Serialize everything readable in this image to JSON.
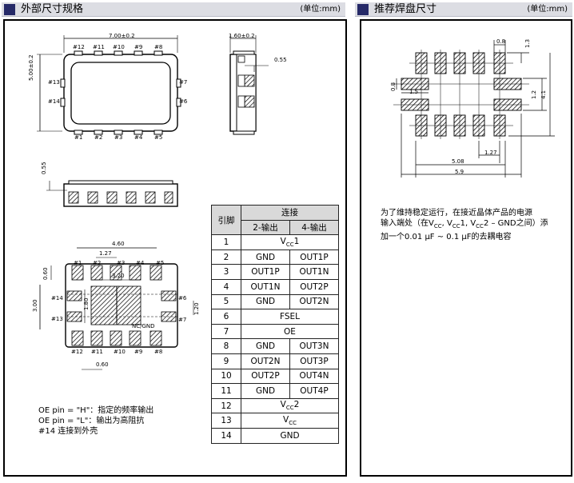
{
  "left_header": {
    "title": "外部尺寸规格",
    "unit": "(单位:mm)"
  },
  "right_header": {
    "title": "推荐焊盘尺寸",
    "unit": "(单位:mm)"
  },
  "dims": {
    "width": "7.00±0.2",
    "height": "5.00±0.2",
    "thickness": "1.60±0.2",
    "gap": "0.55",
    "pad_h": "0.55",
    "pitch_total": "4.60",
    "pitch": "1.27",
    "inner": "3.20",
    "side_h": "3.00",
    "center_h": "1.80",
    "right_gap": "1.20",
    "top_pad": "0.60",
    "bottom_pad": "0.60",
    "nc_gnd": "NC/GND"
  },
  "pins_top": [
    "#12",
    "#11",
    "#10",
    "#9",
    "#8"
  ],
  "pins_bottom": [
    "#1",
    "#2",
    "#3",
    "#4",
    "#5"
  ],
  "pins_left": [
    "#13",
    "#14"
  ],
  "pins_right": [
    "#7",
    "#6"
  ],
  "bp_top": [
    "#1",
    "#2",
    "#3",
    "#4",
    "#5"
  ],
  "bp_bottom": [
    "#12",
    "#11",
    "#10",
    "#9",
    "#8"
  ],
  "bp_left": [
    "#14",
    "#13"
  ],
  "bp_right": [
    "#6",
    "#7"
  ],
  "table": {
    "h_pin": "引脚",
    "h_conn": "连接",
    "h_2out": "2-输出",
    "h_4out": "4-输出",
    "rows": [
      {
        "pin": "1",
        "merged": true,
        "text": "V",
        "sub": "CC",
        "tail": "1"
      },
      {
        "pin": "2",
        "merged": false,
        "a": "GND",
        "b": "OUT1P"
      },
      {
        "pin": "3",
        "merged": false,
        "a": "OUT1P",
        "b": "OUT1N"
      },
      {
        "pin": "4",
        "merged": false,
        "a": "OUT1N",
        "b": "OUT2P"
      },
      {
        "pin": "5",
        "merged": false,
        "a": "GND",
        "b": "OUT2N"
      },
      {
        "pin": "6",
        "merged": true,
        "text": "FSEL",
        "sub": "",
        "tail": ""
      },
      {
        "pin": "7",
        "merged": true,
        "text": "OE",
        "sub": "",
        "tail": ""
      },
      {
        "pin": "8",
        "merged": false,
        "a": "GND",
        "b": "OUT3N"
      },
      {
        "pin": "9",
        "merged": false,
        "a": "OUT2N",
        "b": "OUT3P"
      },
      {
        "pin": "10",
        "merged": false,
        "a": "OUT2P",
        "b": "OUT4N"
      },
      {
        "pin": "11",
        "merged": false,
        "a": "GND",
        "b": "OUT4P"
      },
      {
        "pin": "12",
        "merged": true,
        "text": "V",
        "sub": "CC",
        "tail": "2"
      },
      {
        "pin": "13",
        "merged": true,
        "text": "V",
        "sub": "CC",
        "tail": ""
      },
      {
        "pin": "14",
        "merged": true,
        "text": "GND",
        "sub": "",
        "tail": ""
      }
    ]
  },
  "notes": {
    "n1": "OE pin = \"H\"：指定的频率输出",
    "n2": "OE pin = \"L\"：输出为高阻抗",
    "n3": "#14 连接到外壳"
  },
  "land": {
    "d_08": "0.8",
    "d_13": "1.3",
    "d_08v": "0.8",
    "d_15": "1.5",
    "d_12": "1.2",
    "d_41": "4.1",
    "d_127": "1.27",
    "d_508": "5.08",
    "d_59": "5.9"
  },
  "cap_note": {
    "line1": "为了维持稳定运行，在接近晶体产品的电源",
    "line2a": "输入端处（在V",
    "line2b": "CC",
    "line2c": ", V",
    "line2d": "CC",
    "line2e": "1, V",
    "line2f": "CC",
    "line2g": "2 – GND之间）添",
    "line3": "加一个0.01 μF ~ 0.1 μF的去耦电容"
  }
}
